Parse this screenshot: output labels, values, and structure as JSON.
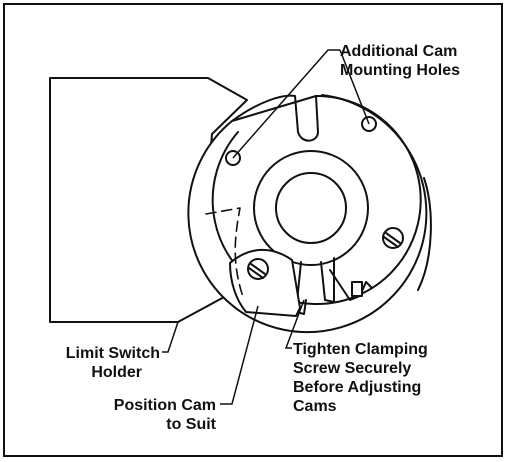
{
  "callouts": {
    "additional_holes": [
      "Additional Cam",
      "Mounting Holes"
    ],
    "limit_switch": [
      "Limit Switch",
      "Holder"
    ],
    "position_cam": [
      "Position Cam",
      "to Suit"
    ],
    "tighten_screw": [
      "Tighten Clamping",
      "Screw Securely",
      "Before Adjusting",
      "Cams"
    ]
  },
  "colors": {
    "line": "#111111",
    "background": "#ffffff"
  }
}
